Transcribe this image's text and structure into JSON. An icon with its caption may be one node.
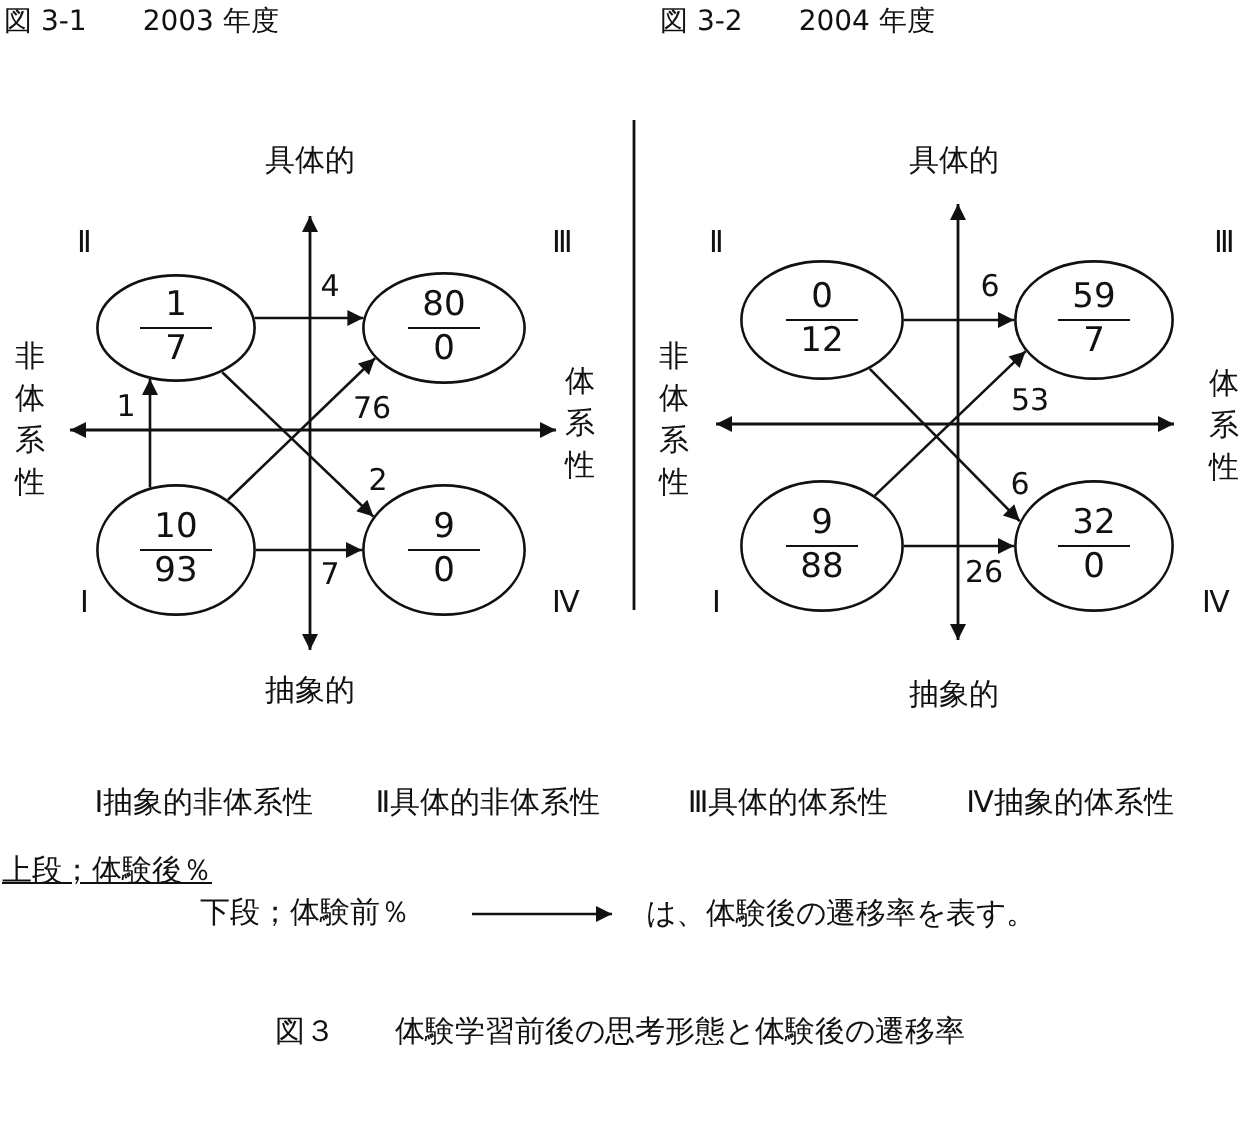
{
  "diagram": {
    "caption": "図３　　体験学習前後の思考形態と体験後の遷移率",
    "nodes": [
      {
        "text": [
          "1",
          "7"
        ]
      },
      {
        "text": [
          "80",
          "0"
        ]
      },
      {
        "text": [
          "10",
          "93"
        ]
      },
      {
        "text": [
          "9",
          "0"
        ]
      },
      {
        "text": [
          "0",
          "12"
        ]
      },
      {
        "text": [
          "59",
          "7"
        ]
      },
      {
        "text": [
          "9",
          "88"
        ]
      },
      {
        "text": [
          "32",
          "0"
        ]
      }
    ],
    "edges": [
      {
        "from": 0,
        "to": 1,
        "arrow": "to",
        "label": "4"
      },
      {
        "from": 0,
        "to": 3,
        "arrow": "to",
        "label": "2"
      },
      {
        "from": 2,
        "to": 0,
        "arrow": "to",
        "label": "1"
      },
      {
        "from": 2,
        "to": 1,
        "arrow": "to",
        "label": "76"
      },
      {
        "from": 2,
        "to": 3,
        "arrow": "to",
        "label": "7"
      },
      {
        "from": 4,
        "to": 5,
        "arrow": "to",
        "label": "6"
      },
      {
        "from": 4,
        "to": 7,
        "arrow": "to",
        "label": "6"
      },
      {
        "from": 6,
        "to": 5,
        "arrow": "to",
        "label": "53"
      },
      {
        "from": 6,
        "to": 7,
        "arrow": "to",
        "label": "26"
      }
    ],
    "labels": [
      "図 3-1　　2003 年度",
      "具体的",
      "Ⅱ",
      "Ⅲ",
      "非体系性",
      "体系性",
      "Ⅰ",
      "Ⅳ",
      "抽象的",
      "図 3-2　　2004 年度",
      "具体的",
      "Ⅱ",
      "Ⅲ",
      "非体系性",
      "体系性",
      "Ⅰ",
      "Ⅳ",
      "抽象的",
      "Ⅰ抽象的非体系性",
      "Ⅱ具体的非体系性",
      "Ⅲ具体的体系性",
      "Ⅳ抽象的体系性",
      "上段；体験後％",
      "下段；体験前％"
    ],
    "legend": [
      {
        "text": "は、体験後の遷移率を表す。"
      }
    ]
  }
}
